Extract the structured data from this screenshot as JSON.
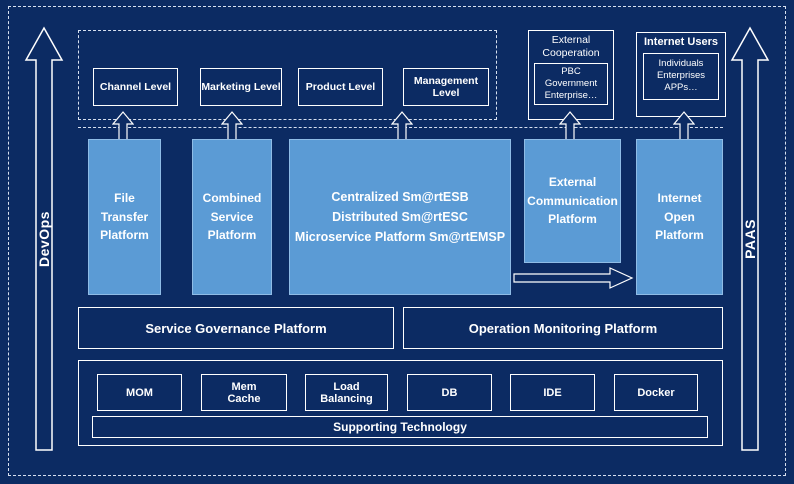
{
  "diagram": {
    "left_arrow": "DevOps",
    "right_arrow": "PAAS",
    "levels": [
      {
        "label": "Channel Level"
      },
      {
        "label": "Marketing Level"
      },
      {
        "label": "Product Level"
      },
      {
        "label": "Management Level"
      }
    ],
    "external_cooperation": {
      "title": "External\nCooperation",
      "member": "PBC Government\nEnterprise…"
    },
    "internet_users": {
      "title": "Internet Users",
      "member": "Individuals\nEnterprises\nAPPs…"
    },
    "platforms": [
      {
        "label": "File\nTransfer\nPlatform"
      },
      {
        "label": "Combined\nService\nPlatform"
      },
      {
        "label": "Centralized Sm@rtESB\nDistributed Sm@rtESC\nMicroservice Platform Sm@rtEMSP"
      },
      {
        "label": "External\nCommunication\nPlatform"
      },
      {
        "label": "Internet\nOpen\nPlatform"
      }
    ],
    "governance": "Service Governance Platform",
    "monitoring": "Operation Monitoring Platform",
    "technologies": [
      {
        "label": "MOM"
      },
      {
        "label": "Mem\nCache"
      },
      {
        "label": "Load\nBalancing"
      },
      {
        "label": "DB"
      },
      {
        "label": "IDE"
      },
      {
        "label": "Docker"
      }
    ],
    "supporting": "Supporting Technology",
    "colors": {
      "background": "#0c2b63",
      "platform_blue": "#5b9bd5",
      "border": "#ffffff"
    }
  }
}
